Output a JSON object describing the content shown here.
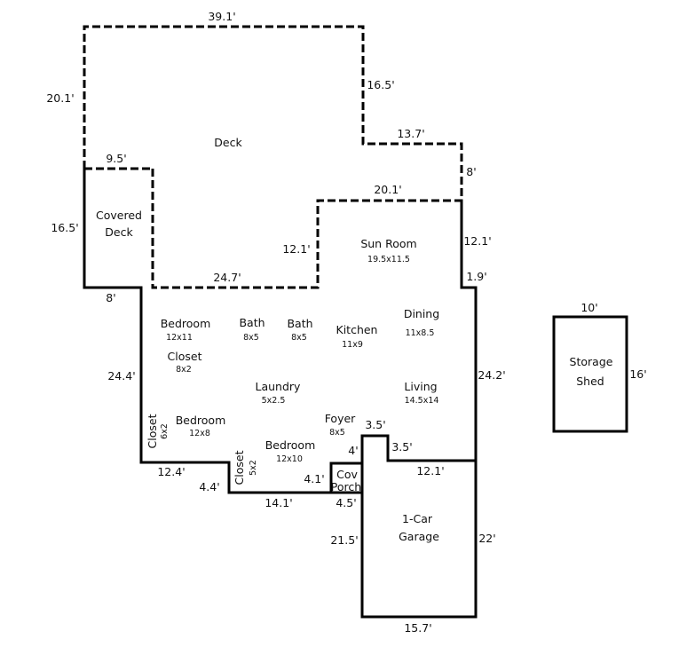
{
  "dimensions": {
    "deck_top": "39.1'",
    "deck_left": "20.1'",
    "deck_right_upper": "16.5'",
    "deck_step_horizontal": "13.7'",
    "deck_step_vertical": "8'",
    "deck_bottom_right": "20.1'",
    "covered_deck_top": "9.5'",
    "covered_deck_left": "16.5'",
    "covered_deck_bottom": "8'",
    "deck_bottom_mid": "24.7'",
    "sunroom_left": "12.1'",
    "sunroom_right": "12.1'",
    "sunroom_jog": "1.9'",
    "house_left": "24.4'",
    "house_right": "24.2'",
    "house_bottom_left": "12.4'",
    "step_left": "4.4'",
    "house_bottom_mid": "14.1'",
    "porch_left": "4.1'",
    "porch_bottom": "4.5'",
    "porch_top_notch": "3.5'",
    "notch_right": "3.5'",
    "notch_height": "4'",
    "house_bottom_right": "12.1'",
    "garage_left": "21.5'",
    "garage_right": "22'",
    "garage_bottom": "15.7'",
    "shed_top": "10'",
    "shed_right": "16'"
  },
  "rooms": {
    "deck": {
      "name": "Deck"
    },
    "covered_deck": {
      "name_line1": "Covered",
      "name_line2": "Deck"
    },
    "sun_room": {
      "name": "Sun Room",
      "size": "19.5x11.5"
    },
    "bedroom_1": {
      "name": "Bedroom",
      "size": "12x11"
    },
    "bath_1": {
      "name": "Bath",
      "size": "8x5"
    },
    "bath_2": {
      "name": "Bath",
      "size": "8x5"
    },
    "kitchen": {
      "name": "Kitchen",
      "size": "11x9"
    },
    "dining": {
      "name": "Dining",
      "size": "11x8.5"
    },
    "closet_1": {
      "name": "Closet",
      "size": "8x2"
    },
    "laundry": {
      "name": "Laundry",
      "size": "5x2.5"
    },
    "living": {
      "name": "Living",
      "size": "14.5x14"
    },
    "closet_2": {
      "name": "Closet",
      "size": "6x2"
    },
    "bedroom_2": {
      "name": "Bedroom",
      "size": "12x8"
    },
    "foyer": {
      "name": "Foyer",
      "size": "8x5"
    },
    "closet_3": {
      "name": "Closet",
      "size": "5x2"
    },
    "bedroom_3": {
      "name": "Bedroom",
      "size": "12x10"
    },
    "cov_porch": {
      "name_line1": "Cov",
      "name_line2": "Porch"
    },
    "garage": {
      "name_line1": "1-Car",
      "name_line2": "Garage"
    },
    "storage_shed": {
      "name_line1": "Storage",
      "name_line2": "Shed"
    }
  }
}
